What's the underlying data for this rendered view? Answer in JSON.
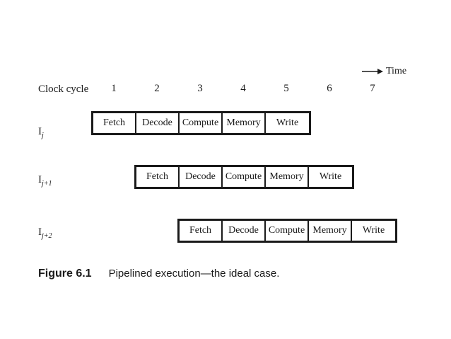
{
  "time_label": "Time",
  "clock_label": "Clock cycle",
  "cycles": [
    "1",
    "2",
    "3",
    "4",
    "5",
    "6",
    "7"
  ],
  "instructions": [
    {
      "base": "I",
      "sub": "j",
      "stages": [
        "Fetch",
        "Decode",
        "Compute",
        "Memory",
        "Write"
      ]
    },
    {
      "base": "I",
      "sub": "j+1",
      "stages": [
        "Fetch",
        "Decode",
        "Compute",
        "Memory",
        "Write"
      ]
    },
    {
      "base": "I",
      "sub": "j+2",
      "stages": [
        "Fetch",
        "Decode",
        "Compute",
        "Memory",
        "Write"
      ]
    }
  ],
  "caption": {
    "number": "Figure 6.1",
    "text": "Pipelined execution—the ideal case."
  }
}
